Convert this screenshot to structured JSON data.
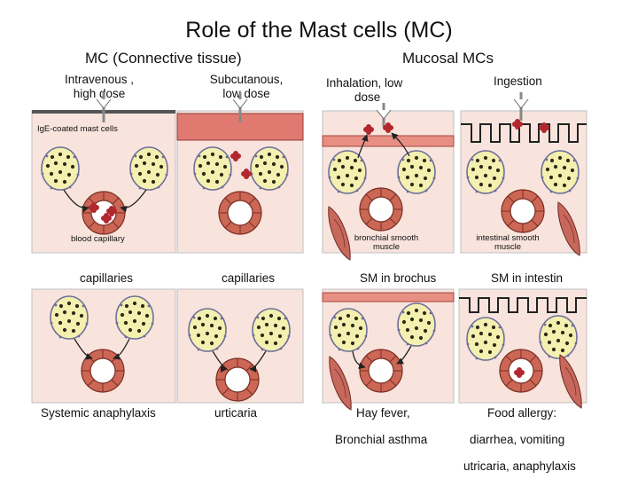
{
  "title": "Role of the Mast cells (MC)",
  "groups": {
    "connective": "MC (Connective tissue)",
    "mucosal": "Mucosal MCs"
  },
  "routes": {
    "iv_line1": "Intravenous ,",
    "iv_line2": "high dose",
    "sc_line1": "Subcutanous,",
    "sc_line2": "low dose",
    "inh_line1": "Inhalation, low",
    "inh_line2": "dose",
    "ing": "Ingestion"
  },
  "panel_labels": {
    "ige_cells": "IgE-coated mast cells",
    "capillary": "blood capillary",
    "bronchial_1": "bronchial smooth",
    "bronchial_2": "muscle",
    "intestinal_1": "intestinal smooth",
    "intestinal_2": "muscle"
  },
  "targets": {
    "t1": "capillaries",
    "t2": "capillaries",
    "t3": "SM in brochus",
    "t4": "SM in intestin"
  },
  "outcomes": {
    "o1": "Systemic anaphylaxis",
    "o2": "urticaria",
    "o3_line1": "Hay fever,",
    "o3_line2": "Bronchial asthma",
    "o4_line1": "Food allergy:",
    "o4_line2": "diarrhea, vomiting",
    "o4_line3": "utricaria, anaphylaxis"
  },
  "colors": {
    "tissue": "#f8e4dc",
    "epithelium": "#c9605a",
    "mast_cell": "#f3f0b0",
    "granule": "#2c2a16",
    "capillary": "#cc6655",
    "antigen": "#b2282e",
    "muscle": "#c8685c"
  }
}
